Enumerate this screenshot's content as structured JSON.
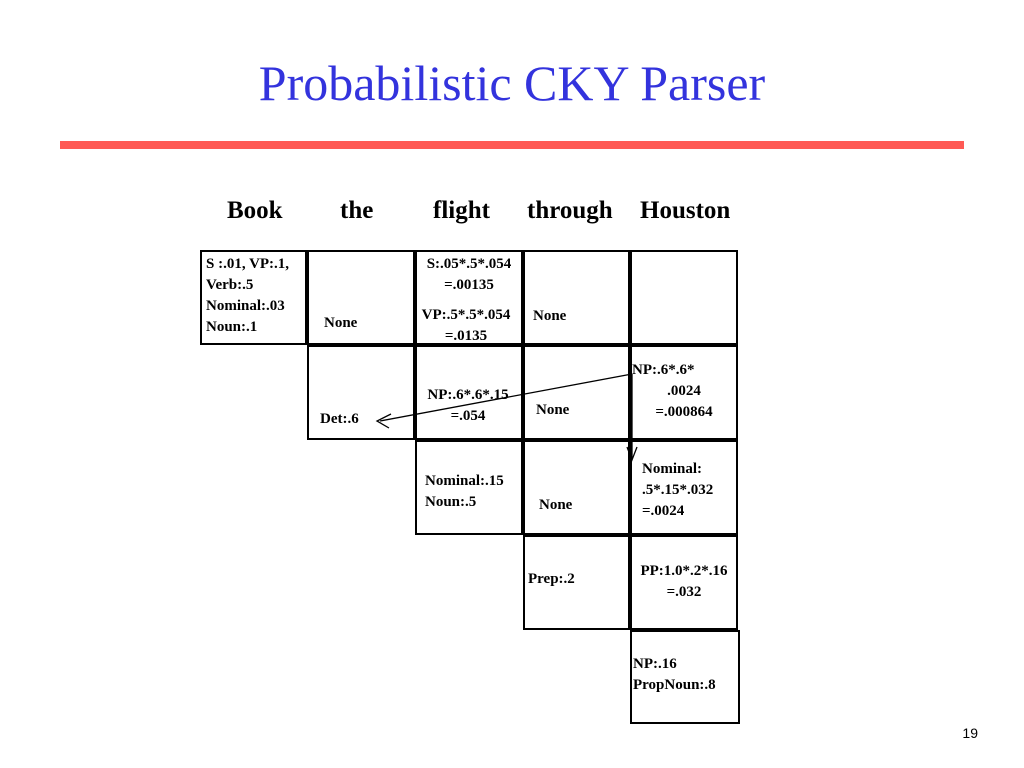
{
  "title": "Probabilistic CKY Parser",
  "page_number": "19",
  "colors": {
    "title": "#3333dd",
    "rule": "#ff5a55"
  },
  "words": [
    "Book",
    "the",
    "flight",
    "through",
    "Houston"
  ],
  "cells": {
    "r0c0": [
      "S :.01, VP:.1,",
      "Verb:.5",
      "Nominal:.03",
      "Noun:.1"
    ],
    "r0c1": [
      "None"
    ],
    "r0c2_s": [
      "S:.05*.5*.054",
      "=.00135"
    ],
    "r0c2_vp": [
      "VP:.5*.5*.054",
      "=.0135"
    ],
    "r0c3": [
      "None"
    ],
    "r1c1": [
      "Det:.6"
    ],
    "r1c2": [
      "NP:.6*.6*.15",
      "=.054"
    ],
    "r1c3": [
      "None"
    ],
    "r1c4": [
      "NP:.6*.6*",
      ".0024",
      "=.000864"
    ],
    "r2c2": [
      "Nominal:.15",
      "Noun:.5"
    ],
    "r2c3": [
      "None"
    ],
    "r2c4": [
      "Nominal:",
      ".5*.15*.032",
      "=.0024"
    ],
    "r3c3": [
      "Prep:.2"
    ],
    "r3c4": [
      "PP:1.0*.2*.16",
      "=.032"
    ],
    "r4c4": [
      "NP:.16",
      "PropNoun:.8"
    ]
  }
}
